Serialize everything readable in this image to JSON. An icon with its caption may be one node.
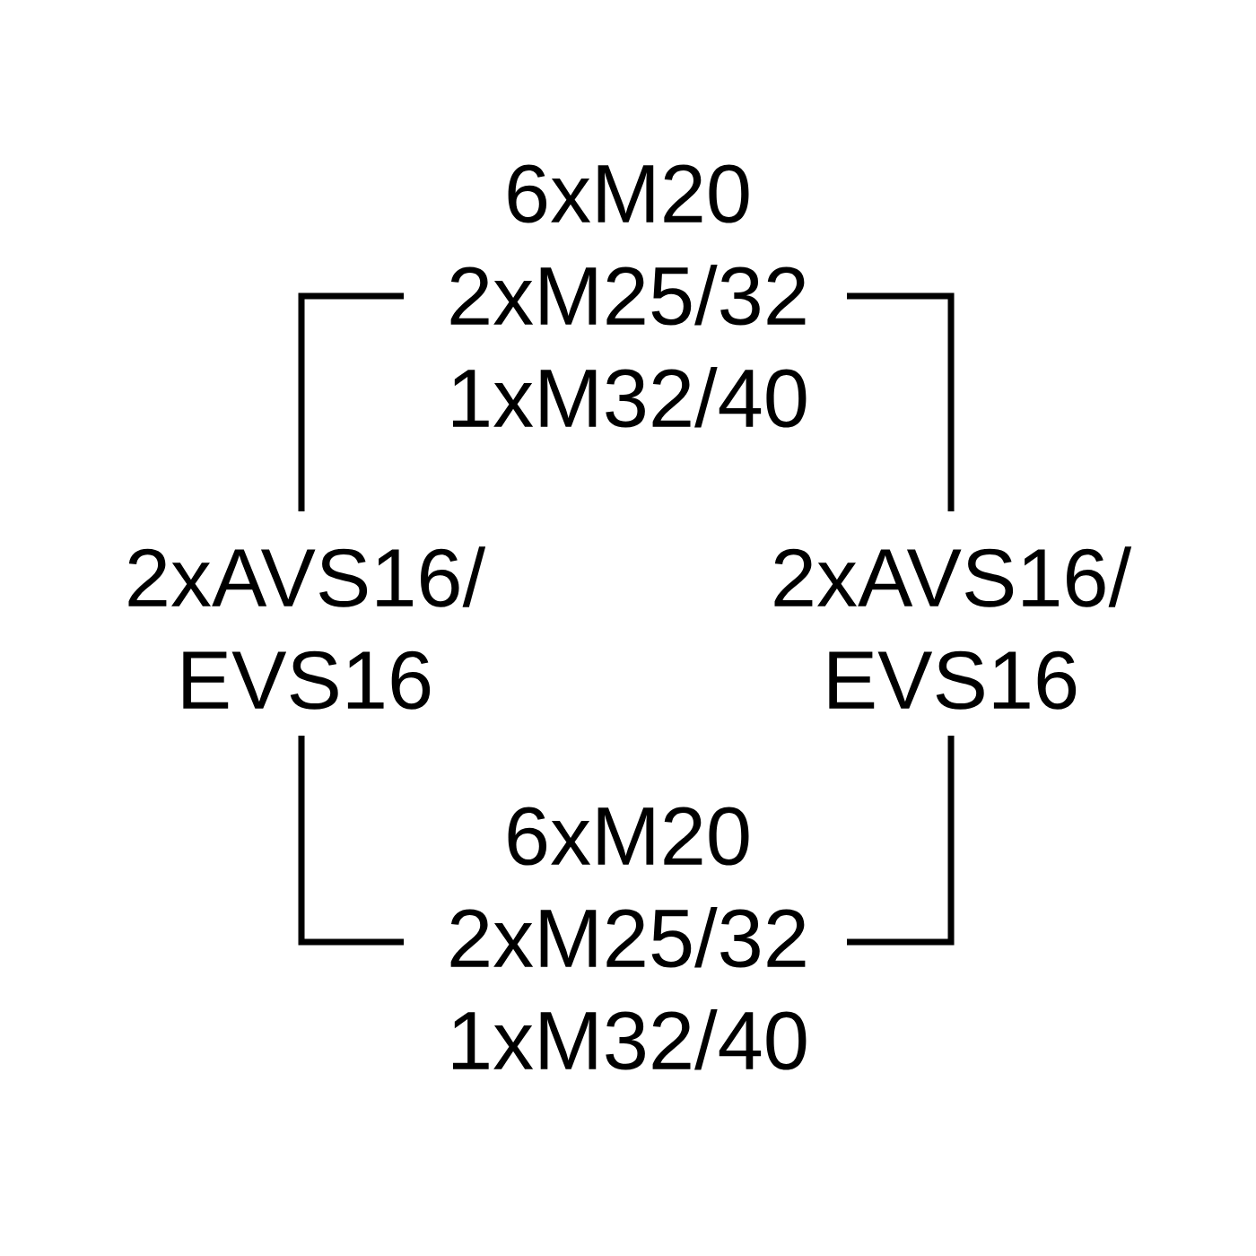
{
  "diagram": {
    "labels": [
      "6xM20 2xM25/32 1xM32/40",
      "2xAVS16/ EVS16",
      "2xAVS16/ EVS16",
      "6xM20 2xM25/32 1xM32/40"
    ]
  }
}
